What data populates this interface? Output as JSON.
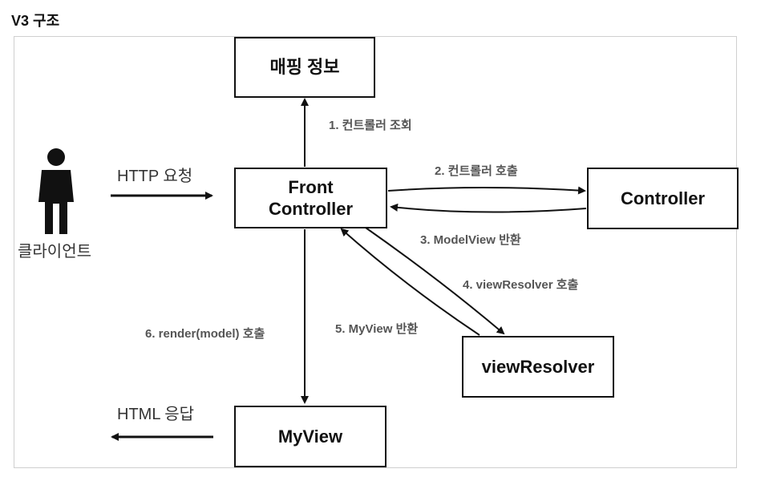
{
  "page": {
    "title": "V3 구조"
  },
  "diagram": {
    "client": {
      "label": "클라이언트",
      "icon": "person-icon"
    },
    "boxes": {
      "mapping_info": "매핑 정보",
      "front_controller_line1": "Front",
      "front_controller_line2": "Controller",
      "controller": "Controller",
      "view_resolver": "viewResolver",
      "my_view": "MyView"
    },
    "edges": {
      "http_request": "HTTP 요청",
      "html_response": "HTML 응답",
      "step1": "1. 컨트롤러 조회",
      "step2": "2. 컨트롤러 호출",
      "step3": "3. ModelView 반환",
      "step4": "4. viewResolver 호출",
      "step5": "5. MyView 반환",
      "step6": "6. render(model) 호출"
    },
    "colors": {
      "stroke": "#111111",
      "edge_label": "#555555",
      "frame_border": "#cfcfcf"
    }
  }
}
